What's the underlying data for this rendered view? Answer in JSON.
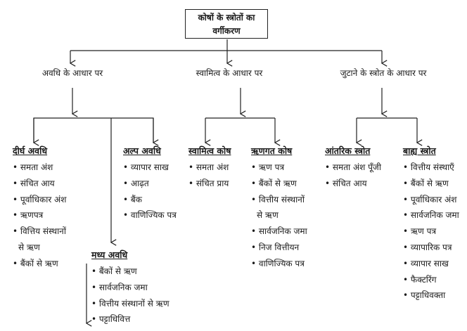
{
  "root": {
    "line1": "कोषों के स्त्रोतों का",
    "line2": "वर्गीकरण"
  },
  "bases": [
    "अवधि के आधार पर",
    "स्वामित्व के आधार पर",
    "जुटाने के स्त्रोत के आधार पर"
  ],
  "groups": {
    "dirgh": {
      "title": "दीर्घ अवधि",
      "items": [
        "समता अंश",
        "संचित आय",
        "पूर्वाधिकार अंश",
        "ऋणपत्र",
        "वित्तिय संस्थानों",
        "से ऋण",
        "बैंकों से ऋण"
      ]
    },
    "alpa": {
      "title": "अल्प अवधि",
      "items": [
        "व्यापार साख",
        "आढ़त",
        "बैंक",
        "वाणिज्यिक पत्र"
      ]
    },
    "madhya": {
      "title": "मध्य अवधि",
      "items": [
        "बैंकों से ऋण",
        "सार्वजनिक जमा",
        "वित्तीय संस्थानों से ऋण",
        "पट्टाधिवित्त"
      ]
    },
    "swamitva": {
      "title": "स्वामित्व कोष",
      "items": [
        "समता अंश",
        "संचित प्राय"
      ]
    },
    "rinagat": {
      "title": "ऋणगत कोष",
      "items": [
        "ऋण पत्र",
        "बैंकों से ऋण",
        "वित्तीय संस्थानों",
        "से ऋण",
        "सार्वजनिक जमा",
        "निज वित्तीयन",
        "वाणिज्यिक पत्र"
      ]
    },
    "antarik": {
      "title": "आंतरिक स्त्रोत",
      "items": [
        "समता अंश पूँजी",
        "संचित आय"
      ]
    },
    "bahya": {
      "title": "बाह्य स्त्रोत",
      "items": [
        "वित्तीय संस्थाएँ",
        "बैंकों से ऋण",
        "पूर्वाधिकार अंश",
        "सार्वजनिक जमा",
        "ऋण पत्र",
        "व्यापारिक पत्र",
        "व्यापार साख",
        "फैक्टरिंग",
        "पट्टाधिवक्ता"
      ]
    }
  }
}
